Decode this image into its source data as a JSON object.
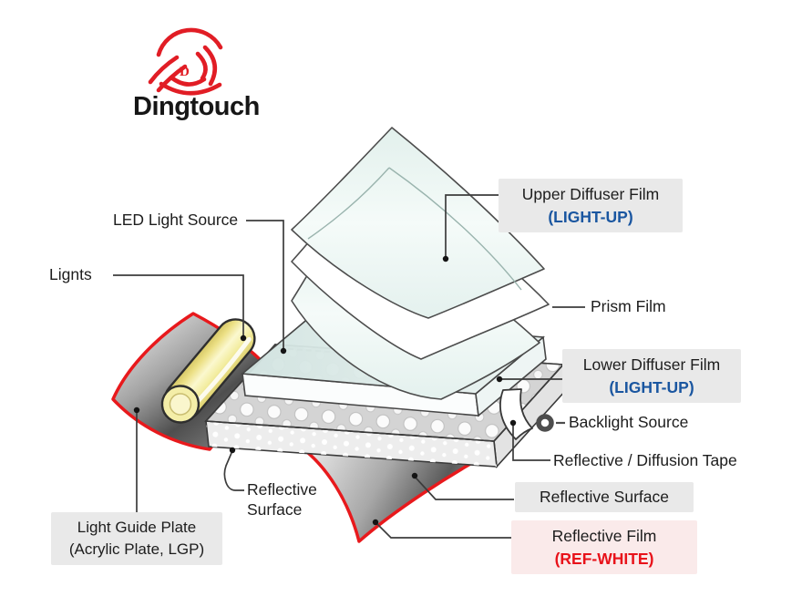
{
  "brand": {
    "name": "Dingtouch",
    "monogram": "D"
  },
  "labels": {
    "led": "LED Light Source",
    "lignts": "Lignts",
    "upper1": "Upper Diffuser Film",
    "upper2": "(LIGHT-UP)",
    "prism": "Prism Film",
    "lower1": "Lower Diffuser Film",
    "lower2": "(LIGHT-UP)",
    "backlight": "Backlight Source",
    "tape": "Reflective / Diffusion Tape",
    "refl_surface_box": "Reflective Surface",
    "refl_film1": "Reflective Film",
    "refl_film2": "(REF-WHITE)",
    "refl_surface_left1": "Reflective",
    "refl_surface_left2": "Surface",
    "lgp1": "Light Guide Plate",
    "lgp2": "(Acrylic Plate, LGP)"
  },
  "colors": {
    "accent_red": "#e8191c",
    "light_up_blue": "#1a56a0",
    "ref_white_red": "#e8121a",
    "label_box_gray": "#e9e9e9",
    "label_box_pink": "#faeaea",
    "film_tint": "#e9f4f1",
    "led_yellow": "#f7f2b4"
  }
}
